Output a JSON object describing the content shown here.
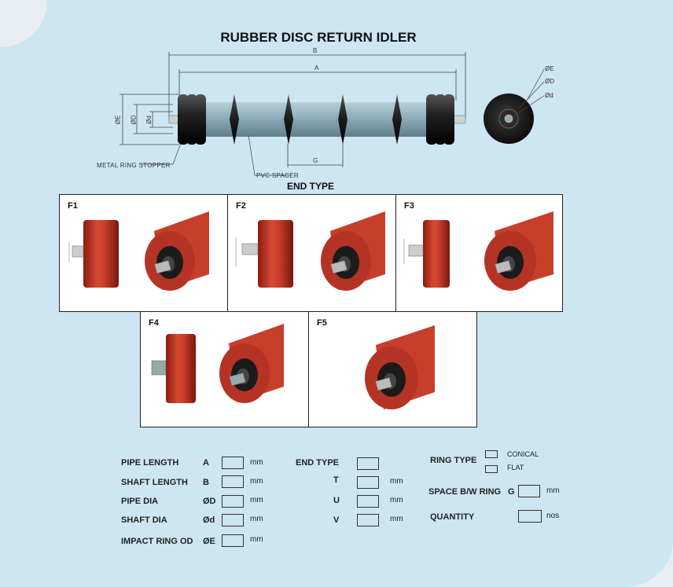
{
  "title": "RUBBER DISC RETURN IDLER",
  "dimensions": {
    "b": "B",
    "a": "A",
    "g": "G",
    "phi_e": "ØE",
    "phi_d_upper": "ØD",
    "phi_d_lower": "Ød"
  },
  "callouts": {
    "metal_ring_stopper": "METAL RING STOPPER",
    "pvc_spacer": "PVC SPACER"
  },
  "end_type_heading": "END TYPE",
  "panels": [
    {
      "label": "F1"
    },
    {
      "label": "F2"
    },
    {
      "label": "F3"
    },
    {
      "label": "F4"
    },
    {
      "label": "F5"
    }
  ],
  "form": {
    "left": [
      {
        "label": "PIPE LENGTH",
        "symbol": "A",
        "unit": "mm"
      },
      {
        "label": "SHAFT LENGTH",
        "symbol": "B",
        "unit": "mm"
      },
      {
        "label": "PIPE DIA",
        "symbol": "ØD",
        "unit": "mm"
      },
      {
        "label": "SHAFT DIA",
        "symbol": "Ød",
        "unit": "mm"
      },
      {
        "label": "IMPACT RING OD",
        "symbol": "ØE",
        "unit": "mm"
      }
    ],
    "middle": {
      "end_type_label": "END TYPE",
      "rows": [
        {
          "symbol": "T",
          "unit": "mm"
        },
        {
          "symbol": "U",
          "unit": "mm"
        },
        {
          "symbol": "V",
          "unit": "mm"
        }
      ]
    },
    "right": {
      "ring_type_label": "RING TYPE",
      "ring_options": [
        "CONICAL",
        "FLAT"
      ],
      "space_label": "SPACE B/W RING",
      "space_symbol": "G",
      "space_unit": "mm",
      "quantity_label": "QUANTITY",
      "quantity_unit": "nos"
    }
  },
  "colors": {
    "background": "#cde6f2",
    "roller_red": "#c73e2a",
    "pipe": "#8fb0bd",
    "rubber": "#1e1e1e"
  }
}
